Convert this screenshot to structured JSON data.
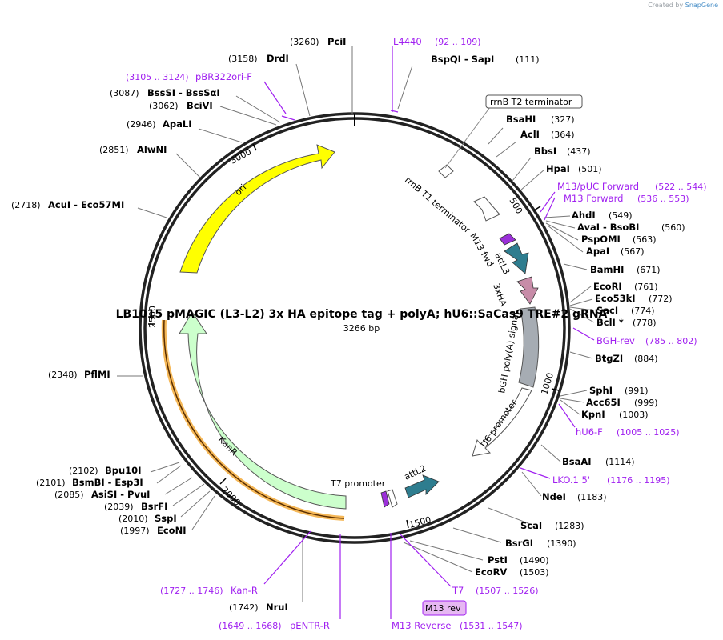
{
  "credit": {
    "prefix": "Created by",
    "brand": "SnapGene"
  },
  "plasmid": {
    "name": "LB1015 pMAGIC (L3-L2) 3x HA epitope tag + polyA; hU6::SaCas9 TRE#2 gRNA",
    "size_label": "3266 bp",
    "length": 3266
  },
  "ticks": [
    "500",
    "1000",
    "1500",
    "2000",
    "2500",
    "3000"
  ],
  "features": [
    {
      "label": "rrnB T2 terminator",
      "color": "#ffffff"
    },
    {
      "label": "rrnB T1 terminator",
      "color": "#ffffff"
    },
    {
      "label": "M13 fwd",
      "color": "#9b30d9"
    },
    {
      "label": "attL3",
      "color": "#2e7d8f"
    },
    {
      "label": "3xHA",
      "color": "#c78ca8"
    },
    {
      "label": "bGH poly(A) signal",
      "color": "#a6acb3"
    },
    {
      "label": "U6 promoter",
      "color": "#ffffff"
    },
    {
      "label": "attL2",
      "color": "#2e7d8f"
    },
    {
      "label": "T7 promoter",
      "color": "#ffffff"
    },
    {
      "label": "KanR",
      "color": "#ccffcc"
    },
    {
      "label": "ori",
      "color": "#ffff00"
    }
  ],
  "enzymes": [
    {
      "name": "PciI",
      "pos": "(3260)"
    },
    {
      "name": "DrdI",
      "pos": "(3158)"
    },
    {
      "name": "BssSI  -  BssSαI",
      "pos": "(3087)"
    },
    {
      "name": "BciVI",
      "pos": "(3062)"
    },
    {
      "name": "ApaLI",
      "pos": "(2946)"
    },
    {
      "name": "AlwNI",
      "pos": "(2851)"
    },
    {
      "name": "AcuI  -  Eco57MI",
      "pos": "(2718)"
    },
    {
      "name": "PflMI",
      "pos": "(2348)"
    },
    {
      "name": "Bpu10I",
      "pos": "(2102)"
    },
    {
      "name": "BsmBI  -  Esp3I",
      "pos": "(2101)"
    },
    {
      "name": "AsiSI  -  PvuI",
      "pos": "(2085)"
    },
    {
      "name": "BsrFI",
      "pos": "(2039)"
    },
    {
      "name": "SspI",
      "pos": "(2010)"
    },
    {
      "name": "EcoNI",
      "pos": "(1997)"
    },
    {
      "name": "NruI",
      "pos": "(1742)"
    },
    {
      "name": "BspQI  -  SapI",
      "pos": "(111)"
    },
    {
      "name": "BsaHI",
      "pos": "(327)"
    },
    {
      "name": "AclI",
      "pos": "(364)"
    },
    {
      "name": "BbsI",
      "pos": "(437)"
    },
    {
      "name": "HpaI",
      "pos": "(501)"
    },
    {
      "name": "AhdI",
      "pos": "(549)"
    },
    {
      "name": "AvaI  -  BsoBI",
      "pos": "(560)"
    },
    {
      "name": "PspOMI",
      "pos": "(563)"
    },
    {
      "name": "ApaI",
      "pos": "(567)"
    },
    {
      "name": "BamHI",
      "pos": "(671)"
    },
    {
      "name": "EcoRI",
      "pos": "(761)"
    },
    {
      "name": "Eco53kI",
      "pos": "(772)"
    },
    {
      "name": "SacI",
      "pos": "(774)"
    },
    {
      "name": "BclI *",
      "pos": "(778)"
    },
    {
      "name": "BtgZI",
      "pos": "(884)"
    },
    {
      "name": "SphI",
      "pos": "(991)"
    },
    {
      "name": "Acc65I",
      "pos": "(999)"
    },
    {
      "name": "KpnI",
      "pos": "(1003)"
    },
    {
      "name": "BsaAI",
      "pos": "(1114)"
    },
    {
      "name": "NdeI",
      "pos": "(1183)"
    },
    {
      "name": "ScaI",
      "pos": "(1283)"
    },
    {
      "name": "BsrGI",
      "pos": "(1390)"
    },
    {
      "name": "PstI",
      "pos": "(1490)"
    },
    {
      "name": "EcoRV",
      "pos": "(1503)"
    }
  ],
  "primers": [
    {
      "name": "L4440",
      "pos": "(92 .. 109)"
    },
    {
      "name": "pBR322ori-F",
      "pos": "(3105 .. 3124)"
    },
    {
      "name": "M13/pUC Forward",
      "pos": "(522 .. 544)"
    },
    {
      "name": "M13 Forward",
      "pos": "(536 .. 553)"
    },
    {
      "name": "BGH-rev",
      "pos": "(785 .. 802)"
    },
    {
      "name": "hU6-F",
      "pos": "(1005 .. 1025)"
    },
    {
      "name": "LKO.1 5'",
      "pos": "(1176 .. 1195)"
    },
    {
      "name": "T7",
      "pos": "(1507 .. 1526)"
    },
    {
      "name": "M13 rev",
      "pos": ""
    },
    {
      "name": "M13 Reverse",
      "pos": "(1531 .. 1547)"
    },
    {
      "name": "Kan-R",
      "pos": "(1727 .. 1746)"
    },
    {
      "name": "pENTR-R",
      "pos": "(1649 .. 1668)"
    }
  ]
}
